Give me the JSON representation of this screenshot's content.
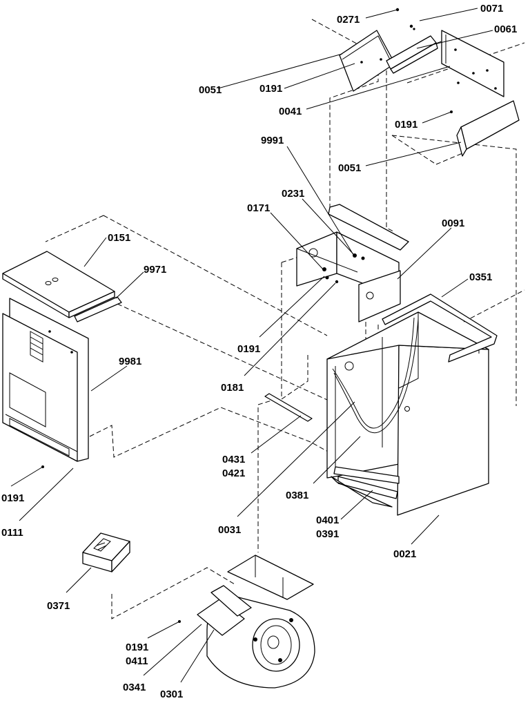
{
  "callouts": [
    {
      "id": "c0071",
      "text": "0071"
    },
    {
      "id": "c0271",
      "text": "0271"
    },
    {
      "id": "c0061",
      "text": "0061"
    },
    {
      "id": "c0051a",
      "text": "0051"
    },
    {
      "id": "c0191a",
      "text": "0191"
    },
    {
      "id": "c0041",
      "text": "0041"
    },
    {
      "id": "c0191b",
      "text": "0191"
    },
    {
      "id": "c0051b",
      "text": "0051"
    },
    {
      "id": "c9991",
      "text": "9991"
    },
    {
      "id": "c0231",
      "text": "0231"
    },
    {
      "id": "c0171",
      "text": "0171"
    },
    {
      "id": "c0091",
      "text": "0091"
    },
    {
      "id": "c0151",
      "text": "0151"
    },
    {
      "id": "c9971",
      "text": "9971"
    },
    {
      "id": "c0351",
      "text": "0351"
    },
    {
      "id": "c0191c",
      "text": "0191"
    },
    {
      "id": "c0181",
      "text": "0181"
    },
    {
      "id": "c9981",
      "text": "9981"
    },
    {
      "id": "c0431",
      "text": "0431"
    },
    {
      "id": "c0421",
      "text": "0421"
    },
    {
      "id": "c0381",
      "text": "0381"
    },
    {
      "id": "c0191d",
      "text": "0191"
    },
    {
      "id": "c0111",
      "text": "0111"
    },
    {
      "id": "c0031",
      "text": "0031"
    },
    {
      "id": "c0401",
      "text": "0401"
    },
    {
      "id": "c0391",
      "text": "0391"
    },
    {
      "id": "c0021",
      "text": "0021"
    },
    {
      "id": "c0371",
      "text": "0371"
    },
    {
      "id": "c0191e",
      "text": "0191"
    },
    {
      "id": "c0411",
      "text": "0411"
    },
    {
      "id": "c0341",
      "text": "0341"
    },
    {
      "id": "c0301",
      "text": "0301"
    }
  ]
}
